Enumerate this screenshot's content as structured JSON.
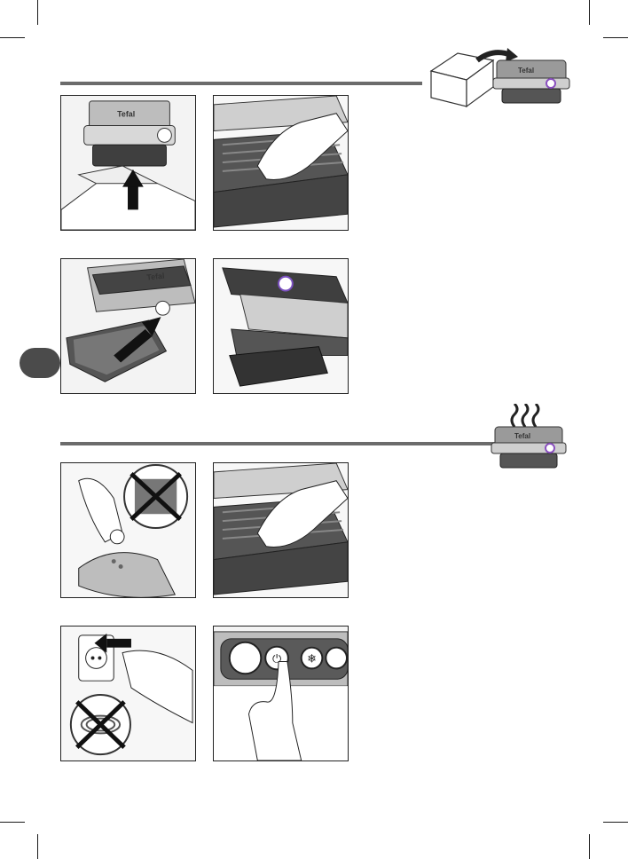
{
  "brand": {
    "logo_text": "Tefal"
  },
  "section_unpacking": {
    "panels": [
      "box-lift",
      "wipe-plate",
      "insert-tray",
      "tray-inserted"
    ]
  },
  "section_cleaning": {
    "panels": [
      "no-abrasive",
      "wipe-plate-hot",
      "unplug",
      "press-power"
    ]
  },
  "panel_buttons": {
    "snowflake": "❄",
    "power": "⏻"
  },
  "colors": {
    "rule": "#6b6b6b",
    "tab": "#4b4b4b",
    "line": "#222222"
  }
}
